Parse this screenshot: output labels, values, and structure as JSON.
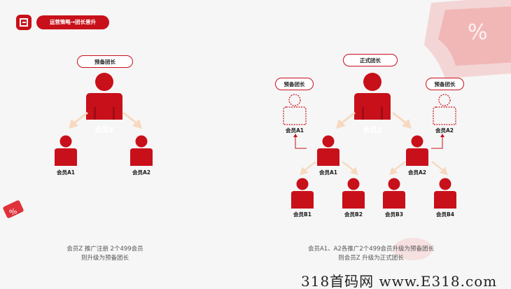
{
  "header": {
    "title": "运营策略→团长晋升"
  },
  "left": {
    "badge": "预备团长",
    "top_member": "会员Z",
    "members": [
      "会员A1",
      "会员A2"
    ],
    "caption": [
      "会员Z 推广注册 2个499会员",
      "则升级为预备团长"
    ]
  },
  "right": {
    "badge": "正式团长",
    "top_member": "会员Z",
    "prebadge_left": "预备团长",
    "prebadge_right": "预备团长",
    "promoted_left": "会员A1",
    "promoted_right": "会员A2",
    "mid_members": [
      "会员A1",
      "会员A2"
    ],
    "bottom_members": [
      "会员B1",
      "会员B2",
      "会员B3",
      "会员B4"
    ],
    "caption": [
      "会员A1、A2各推广2个499会员升级为预备团长",
      "则会员Z 升级为正式团长"
    ]
  },
  "watermark": "318首码网 www.E318.com",
  "colors": {
    "primary": "#c8101a",
    "arrow": "#f6d9bf",
    "background": "#f6f6f6"
  }
}
